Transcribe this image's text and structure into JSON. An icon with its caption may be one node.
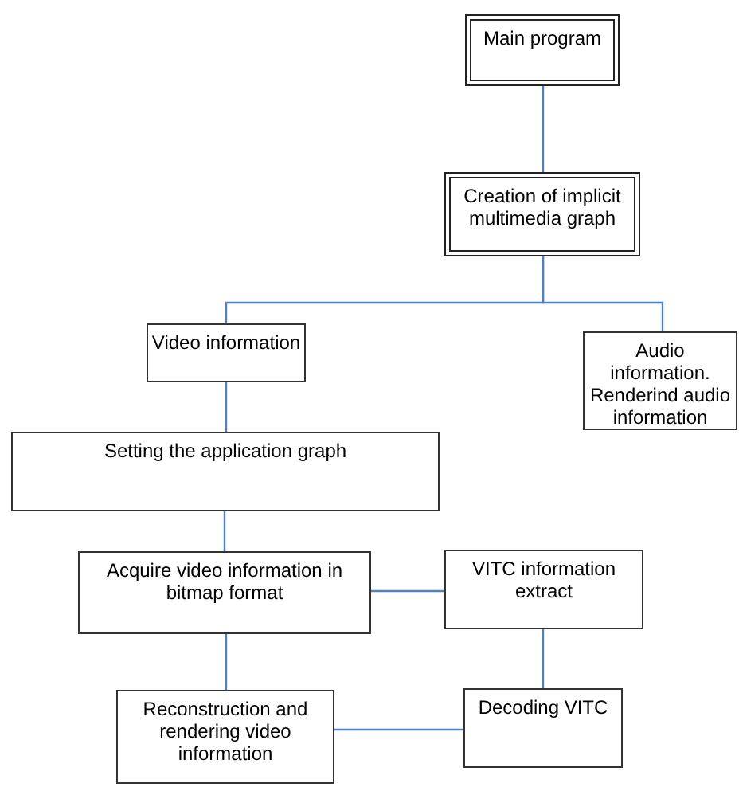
{
  "diagram": {
    "nodes": [
      {
        "text": [
          "Main program"
        ]
      },
      {
        "text": [
          "Creation of implicit multimedia graph"
        ]
      },
      {
        "text": [
          "Video information"
        ]
      },
      {
        "text": [
          "Audio information. Renderind audio information"
        ]
      },
      {
        "text": [
          "Setting the application graph"
        ]
      },
      {
        "text": [
          "Acquire video information in bitmap format"
        ]
      },
      {
        "text": [
          "VITC information extract"
        ]
      },
      {
        "text": [
          "Reconstruction and rendering video information"
        ]
      },
      {
        "text": [
          "Decoding VITC"
        ]
      }
    ],
    "edges": [
      {
        "from": 0,
        "to": 1,
        "arrow": "none"
      },
      {
        "from": 1,
        "to": 2,
        "arrow": "none"
      },
      {
        "from": 1,
        "to": 3,
        "arrow": "none"
      },
      {
        "from": 2,
        "to": 4,
        "arrow": "none"
      },
      {
        "from": 4,
        "to": 5,
        "arrow": "none"
      },
      {
        "from": 5,
        "to": 6,
        "arrow": "none"
      },
      {
        "from": 6,
        "to": 8,
        "arrow": "none"
      },
      {
        "from": 5,
        "to": 7,
        "arrow": "none"
      },
      {
        "from": 7,
        "to": 8,
        "arrow": "none"
      }
    ]
  }
}
